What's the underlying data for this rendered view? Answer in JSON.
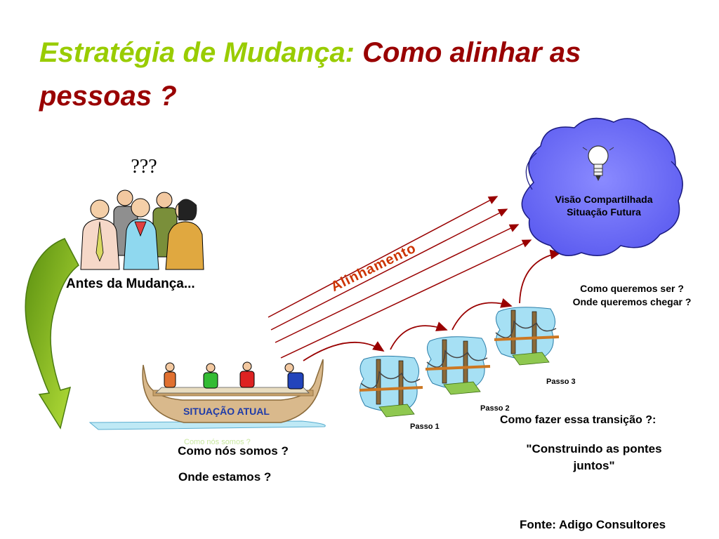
{
  "title": {
    "part1": "Estratégia de Mudança:",
    "part2": "Como alinhar as pessoas ?"
  },
  "people_group": {
    "question": "???",
    "caption": "Antes da Mudança..."
  },
  "boat": {
    "label": "SITUAÇÃO ATUAL",
    "ghost_text": "Como nós somos ?",
    "line1": "Como nós somos ?",
    "line2": "Onde estamos ?"
  },
  "arrows": {
    "label": "Alinhamento"
  },
  "cloud": {
    "line1": "Visão Compartilhada",
    "line2": "Situação Futura",
    "question_line1": "Como queremos ser ?",
    "question_line2": "Onde queremos chegar ?"
  },
  "steps": [
    {
      "label": "Passo 1"
    },
    {
      "label": "Passo 2"
    },
    {
      "label": "Passo 3"
    }
  ],
  "transition": {
    "question": "Como fazer essa transição ?:",
    "answer": "\"Construindo as pontes juntos\""
  },
  "source": "Fonte: Adigo Consultores",
  "colors": {
    "title_green": "#99cc00",
    "title_red": "#990000",
    "cloud_fill": "#6666ff",
    "arrow_red": "#990000",
    "alinhamento_orange": "#cc3300",
    "boat_tan": "#d9b98c",
    "water_blue": "#99ddee",
    "bulb_icon": "lightbulb-icon"
  }
}
